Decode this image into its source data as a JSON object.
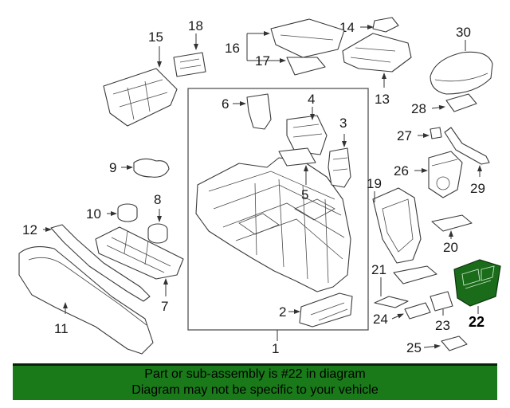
{
  "diagram": {
    "callouts": {
      "c1": "1",
      "c2": "2",
      "c3": "3",
      "c4": "4",
      "c5": "5",
      "c6": "6",
      "c7": "7",
      "c8": "8",
      "c9": "9",
      "c10": "10",
      "c11": "11",
      "c12": "12",
      "c13": "13",
      "c14": "14",
      "c15": "15",
      "c16": "16",
      "c17": "17",
      "c18": "18",
      "c19": "19",
      "c20": "20",
      "c21": "21",
      "c22": "22",
      "c23": "23",
      "c24": "24",
      "c25": "25",
      "c26": "26",
      "c27": "27",
      "c28": "28",
      "c29": "29",
      "c30": "30"
    },
    "highlight_color": "#1a6b1a",
    "highlighted_part": "22"
  },
  "footer": {
    "line1": "Part or sub-assembly is #22 in diagram",
    "line2": "Diagram may not be specific to your vehicle",
    "background_color": "#1a7a1a"
  }
}
